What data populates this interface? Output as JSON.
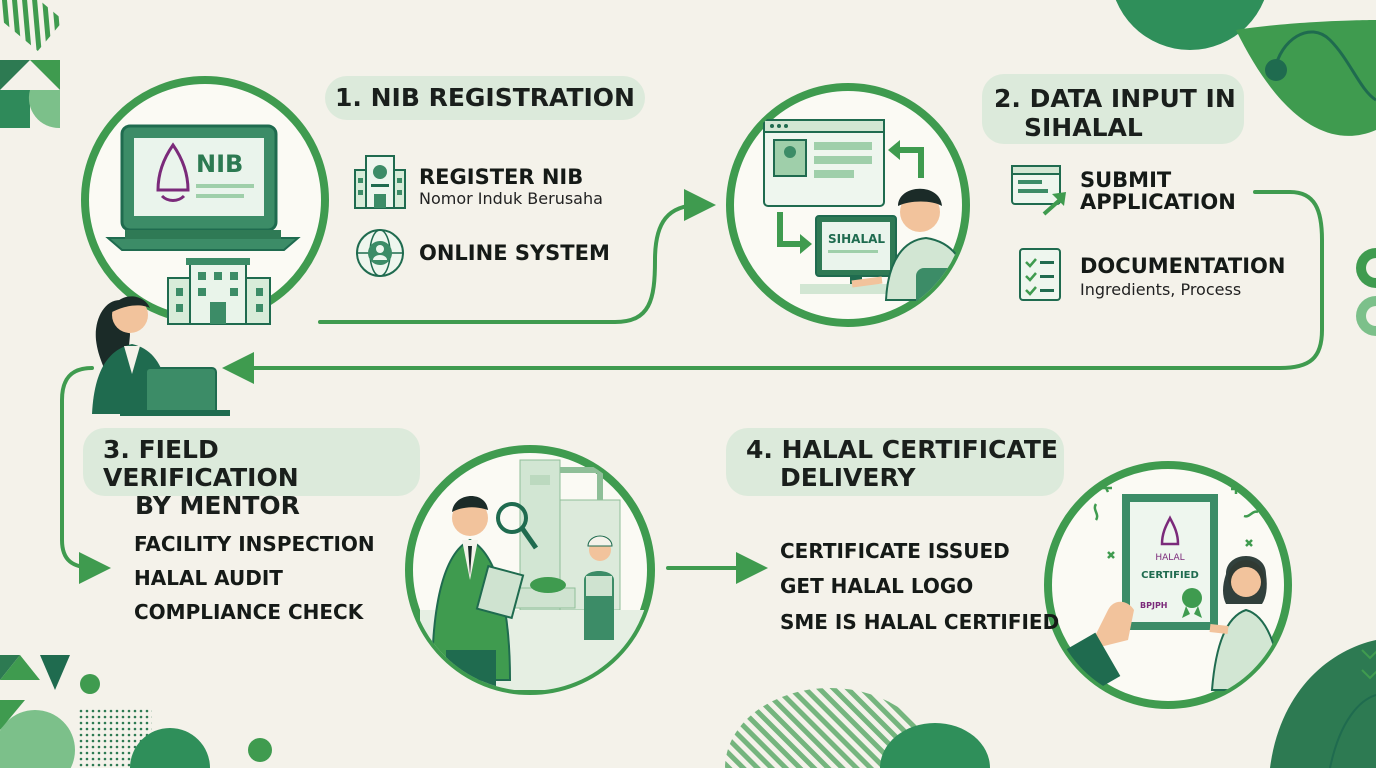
{
  "steps": [
    {
      "title_line1": "1. NIB REGISTRATION",
      "title_line2": ""
    },
    {
      "title_line1": "2. DATA INPUT IN",
      "title_line2": "SIHALAL"
    },
    {
      "title_line1": "3. FIELD VERIFICATION",
      "title_line2": "BY MENTOR"
    },
    {
      "title_line1": "4. HALAL CERTIFICATE",
      "title_line2": "DELIVERY"
    }
  ],
  "step1": {
    "item1": {
      "heading": "REGISTER NIB",
      "sub": "Nomor Induk Berusaha",
      "icon": "building-id-icon"
    },
    "item2": {
      "heading": "ONLINE SYSTEM",
      "icon": "globe-user-icon"
    }
  },
  "step2": {
    "item1": {
      "heading_line1": "SUBMIT",
      "heading_line2": "APPLICATION",
      "icon": "form-submit-icon"
    },
    "item2": {
      "heading": "DOCUMENTATION",
      "sub": "Ingredients, Process",
      "icon": "checklist-icon"
    }
  },
  "step3": {
    "bullets": [
      "FACILITY INSPECTION",
      "HALAL AUDIT",
      "COMPLIANCE CHECK"
    ]
  },
  "step4": {
    "bullets": [
      "CERTIFICATE ISSUED",
      "GET HALAL LOGO",
      "SME IS HALAL CERTIFIED"
    ]
  },
  "illustrations": {
    "laptop_label": "NIB",
    "monitor_label": "SIHALAL",
    "certificate": {
      "line1": "HALAL",
      "line2": "CERTIFIED",
      "issuer": "BPJPH"
    }
  },
  "colors": {
    "primary": "#3f9b4f",
    "dark": "#1f6b4f",
    "pill": "#dceadb",
    "background": "#f4f2ea"
  }
}
